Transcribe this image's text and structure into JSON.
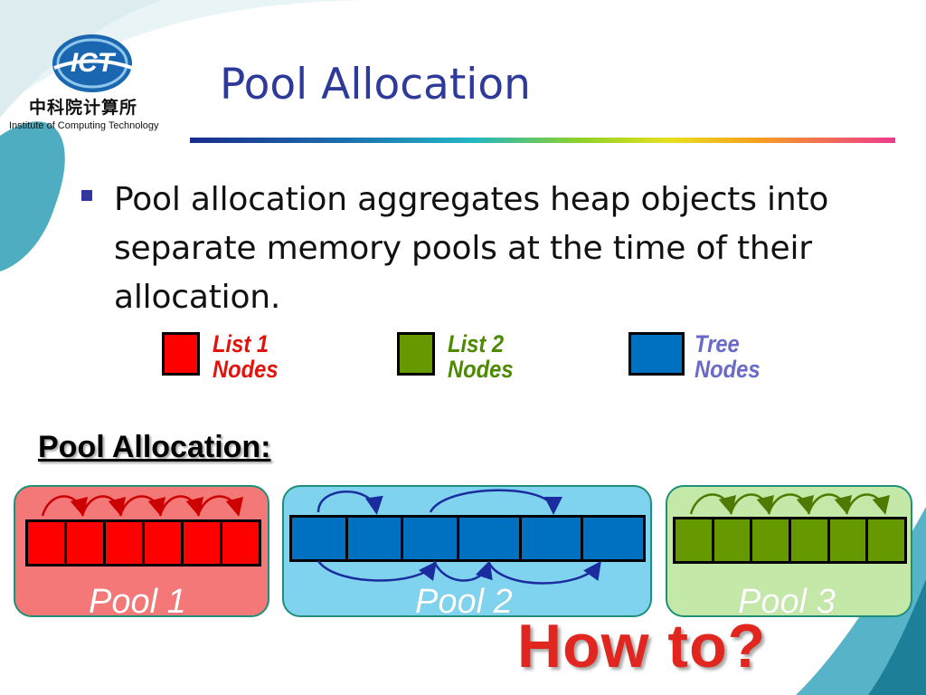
{
  "logo": {
    "badge": "ICT",
    "chinese_name": "中科院计算所",
    "english_name": "Institute of Computing Technology"
  },
  "title": "Pool Allocation",
  "bullet": "Pool allocation aggregates heap objects into separate memory pools at the time of their allocation.",
  "legend": [
    {
      "line1": "List 1",
      "line2": "Nodes",
      "color": "#ff0000",
      "text_color": "#e0140c"
    },
    {
      "line1": "List 2",
      "line2": "Nodes",
      "color": "#669900",
      "text_color": "#4d8a00"
    },
    {
      "line1": "Tree",
      "line2": "Nodes",
      "color": "#0070c0",
      "text_color": "#6a6ac8"
    }
  ],
  "section_heading": "Pool Allocation:",
  "pools": [
    {
      "label": "Pool 1",
      "background": "#f47878",
      "cell_color": "#ff0000",
      "cells": 6
    },
    {
      "label": "Pool 2",
      "background": "#7fd3ee",
      "cell_color": "#0070c0",
      "cells": 6
    },
    {
      "label": "Pool 3",
      "background": "#c4e8a8",
      "cell_color": "#669900",
      "cells": 6
    }
  ],
  "footer": "How to?"
}
